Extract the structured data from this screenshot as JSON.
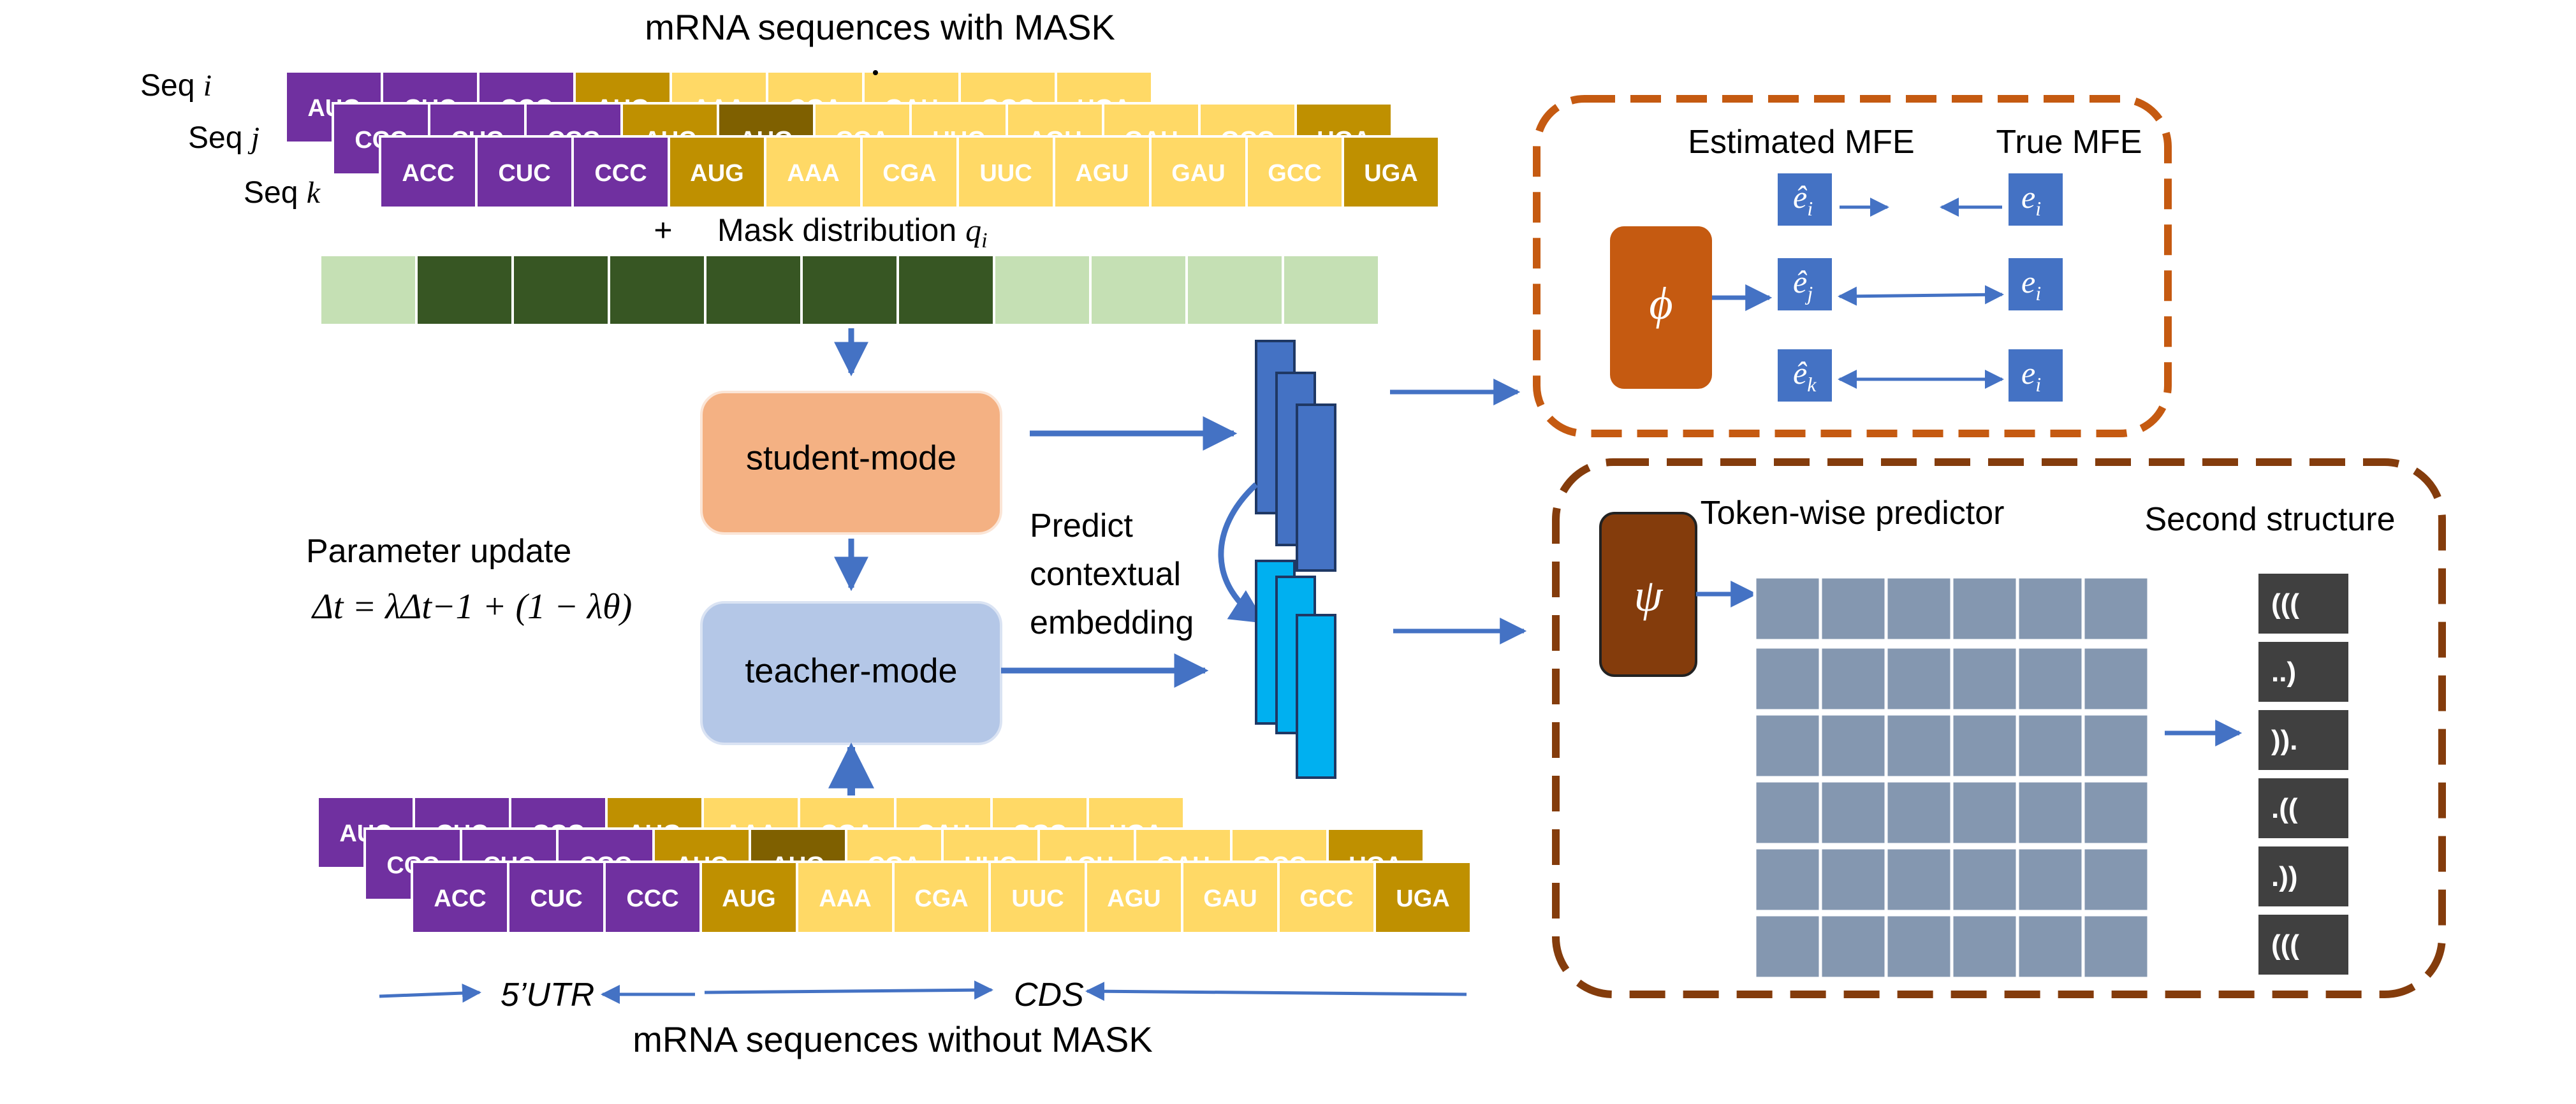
{
  "title_top": "mRNA sequences with MASK",
  "title_bottom": "mRNA sequences without MASK",
  "seq_labels": [
    {
      "name": "Seq",
      "idx": "i"
    },
    {
      "name": "Seq",
      "idx": "j"
    },
    {
      "name": "Seq",
      "idx": "k"
    }
  ],
  "codons": [
    "ACC",
    "CUC",
    "CCC",
    "AUG",
    "AAA",
    "CGA",
    "UUC",
    "AGU",
    "GAU",
    "GCC",
    "UGA"
  ],
  "seq_i_codons": [
    "AUC",
    "CUC",
    "CCC",
    "AUG",
    "AAA",
    "CGA",
    "GAU",
    "GCC",
    "UGA"
  ],
  "seq_j_codons": [
    "CCC",
    "CUC",
    "CCC",
    "AUC",
    "AUG",
    "CGA",
    "UUC",
    "AGU",
    "GAU",
    "GCC",
    "UGA"
  ],
  "mask_label_plus": "+",
  "mask_label": "Mask distribution",
  "mask_symbol": "q",
  "mask_symbol_sub": "i",
  "mask_pattern": [
    0,
    1,
    1,
    1,
    1,
    1,
    1,
    0,
    0,
    0,
    0
  ],
  "student_label": "student-mode",
  "teacher_label": "teacher-mode",
  "param_update_label": "Parameter update",
  "param_formula": "Δt = λΔt−1 + (1 − λθ)",
  "predict_lines": [
    "Predict",
    "contextual",
    "embedding"
  ],
  "utr_label": "5’UTR",
  "cds_label": "CDS",
  "mfe": {
    "estimated_label": "Estimated MFE",
    "true_label": "True MFE",
    "phi": "ϕ",
    "est": [
      "ê",
      "ê",
      "ê"
    ],
    "est_sub": [
      "i",
      "j",
      "k"
    ],
    "true": [
      "e",
      "e",
      "e"
    ],
    "true_sub": [
      "i",
      "i",
      "i"
    ]
  },
  "structure": {
    "predictor_label": "Token-wise predictor",
    "second_label": "Second structure",
    "psi": "ψ",
    "outputs": [
      "(((",
      "..)",
      ")).",
      ".((",
      ".))",
      "((("
    ]
  },
  "colors": {
    "purple": "#7030a0",
    "gold": "#bf9000",
    "light_yellow": "#ffd966",
    "dark_gold": "#7f6000",
    "mask_dark": "#375623",
    "mask_light": "#c5e0b4",
    "student": "#f4b183",
    "teacher": "#b4c7e7",
    "arrow": "#4472c4",
    "phi_box": "#c55a11",
    "psi_box": "#843c0c",
    "dash_top": "#c55a11",
    "dash_bottom": "#843c0c",
    "grid": "#8497b0",
    "output": "#404040"
  }
}
